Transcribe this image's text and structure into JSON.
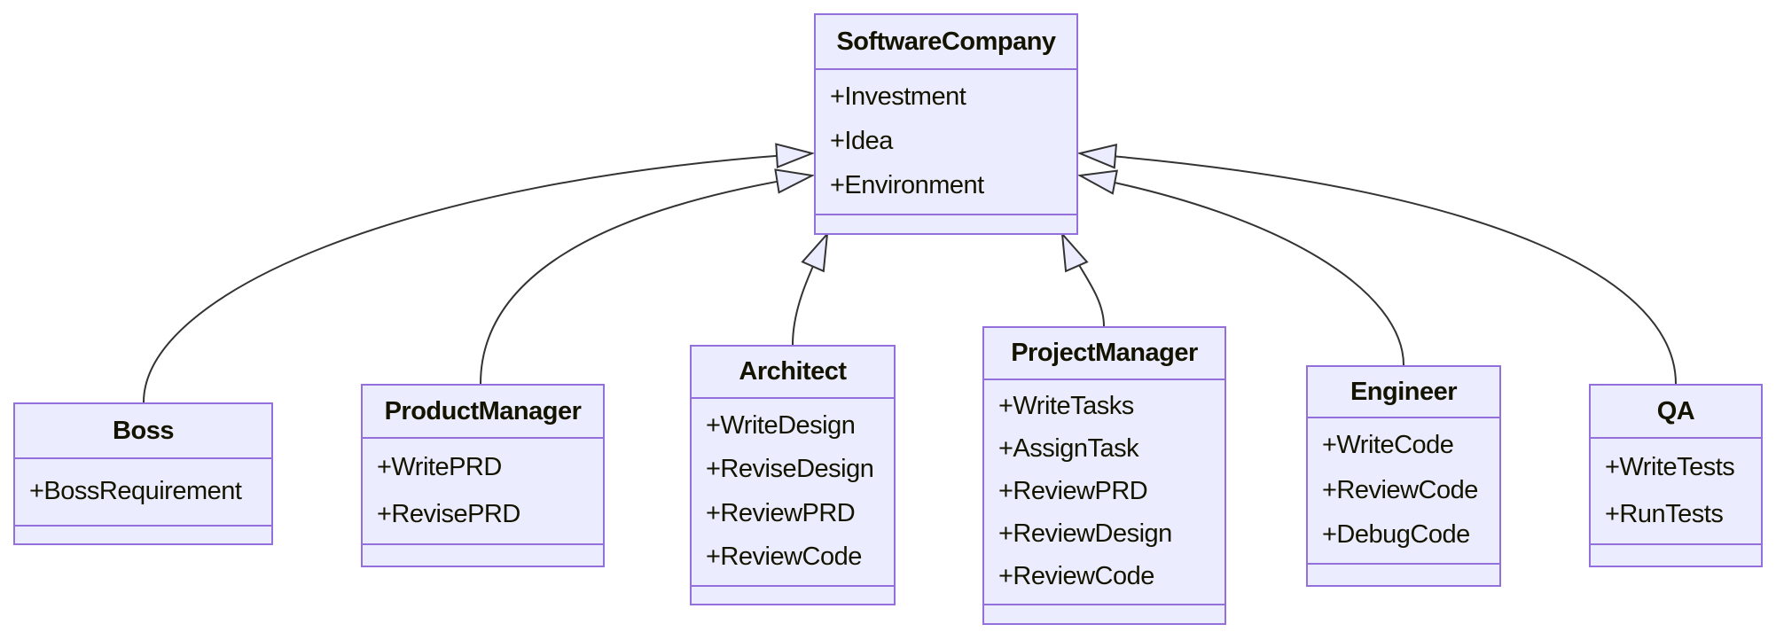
{
  "diagram": {
    "type": "uml-class-diagram",
    "background": "#ffffff",
    "colors": {
      "node_fill": "#ECECFF",
      "node_border": "#9370DB",
      "edge_line": "#333333",
      "arrow_fill": "#ECECFF",
      "text": "#131300"
    },
    "classes": [
      {
        "id": "SoftwareCompany",
        "title": "SoftwareCompany",
        "attributes": [
          "+Investment",
          "+Idea",
          "+Environment"
        ],
        "methods": []
      },
      {
        "id": "Boss",
        "title": "Boss",
        "attributes": [
          "+BossRequirement"
        ],
        "methods": []
      },
      {
        "id": "ProductManager",
        "title": "ProductManager",
        "attributes": [
          "+WritePRD",
          "+RevisePRD"
        ],
        "methods": []
      },
      {
        "id": "Architect",
        "title": "Architect",
        "attributes": [
          "+WriteDesign",
          "+ReviseDesign",
          "+ReviewPRD",
          "+ReviewCode"
        ],
        "methods": []
      },
      {
        "id": "ProjectManager",
        "title": "ProjectManager",
        "attributes": [
          "+WriteTasks",
          "+AssignTask",
          "+ReviewPRD",
          "+ReviewDesign",
          "+ReviewCode"
        ],
        "methods": []
      },
      {
        "id": "Engineer",
        "title": "Engineer",
        "attributes": [
          "+WriteCode",
          "+ReviewCode",
          "+DebugCode"
        ],
        "methods": []
      },
      {
        "id": "QA",
        "title": "QA",
        "attributes": [
          "+WriteTests",
          "+RunTests"
        ],
        "methods": []
      }
    ],
    "relationships": [
      {
        "child": "Boss",
        "parent": "SoftwareCompany",
        "type": "inheritance",
        "arrowhead": "hollow-triangle"
      },
      {
        "child": "ProductManager",
        "parent": "SoftwareCompany",
        "type": "inheritance",
        "arrowhead": "hollow-triangle"
      },
      {
        "child": "Architect",
        "parent": "SoftwareCompany",
        "type": "inheritance",
        "arrowhead": "hollow-triangle"
      },
      {
        "child": "ProjectManager",
        "parent": "SoftwareCompany",
        "type": "inheritance",
        "arrowhead": "hollow-triangle"
      },
      {
        "child": "Engineer",
        "parent": "SoftwareCompany",
        "type": "inheritance",
        "arrowhead": "hollow-triangle"
      },
      {
        "child": "QA",
        "parent": "SoftwareCompany",
        "type": "inheritance",
        "arrowhead": "hollow-triangle"
      }
    ]
  }
}
